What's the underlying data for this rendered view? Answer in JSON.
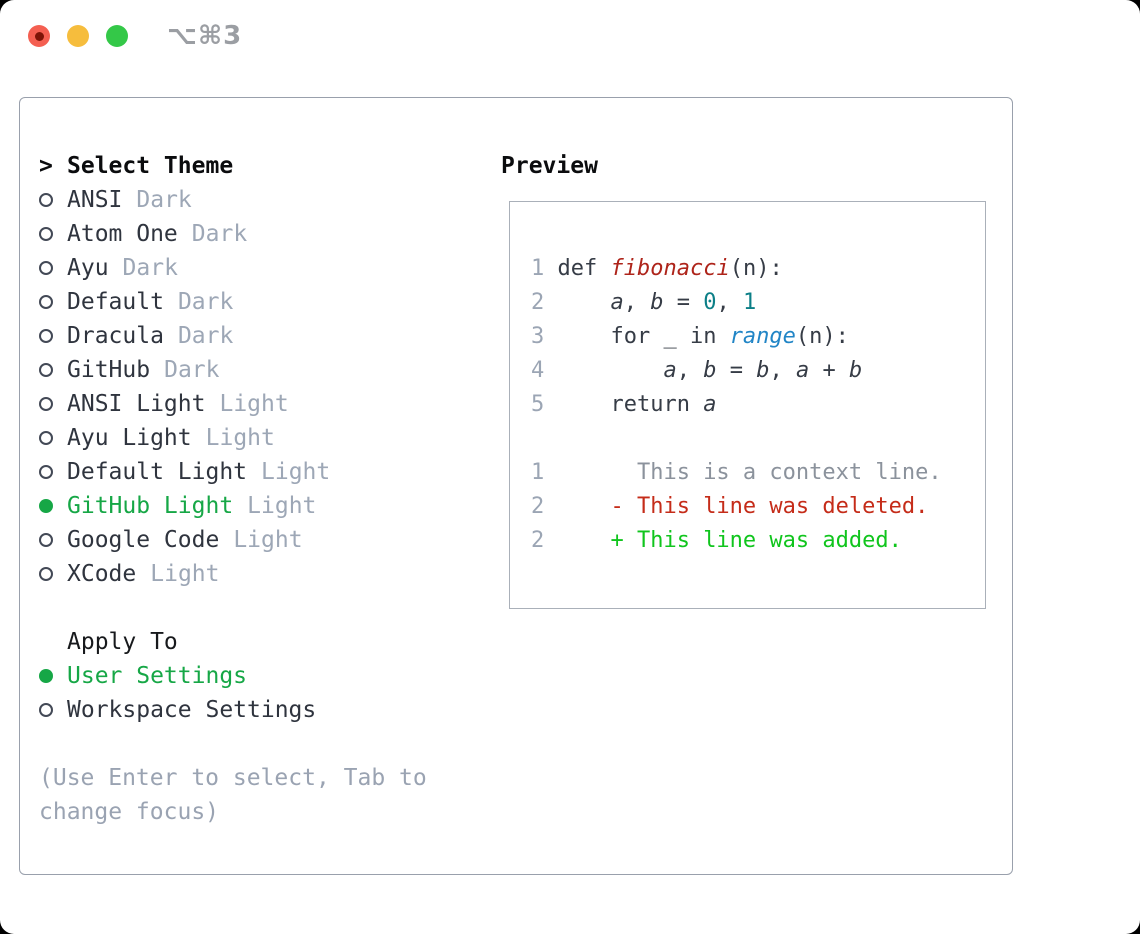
{
  "window": {
    "title": "⌥⌘3"
  },
  "colors": {
    "selection_green": "#16a746",
    "added_green": "#10c51d",
    "deleted_red": "#c52c19",
    "function_red": "#ae241a",
    "number_teal": "#0c7f87",
    "builtin_blue": "#2185c6",
    "muted_gray": "#9aa3b2",
    "code_default": "#363c46",
    "traffic_red": "#f45f51",
    "traffic_yellow": "#f6bd3d",
    "traffic_green": "#34c848"
  },
  "theme_picker": {
    "header": {
      "prompt": ">",
      "label": "Select Theme"
    },
    "themes": [
      {
        "name": "ANSI",
        "tag": "Dark",
        "selected": false
      },
      {
        "name": "Atom One",
        "tag": "Dark",
        "selected": false
      },
      {
        "name": "Ayu",
        "tag": "Dark",
        "selected": false
      },
      {
        "name": "Default",
        "tag": "Dark",
        "selected": false
      },
      {
        "name": "Dracula",
        "tag": "Dark",
        "selected": false
      },
      {
        "name": "GitHub",
        "tag": "Dark",
        "selected": false
      },
      {
        "name": "ANSI Light",
        "tag": "Light",
        "selected": false
      },
      {
        "name": "Ayu Light",
        "tag": "Light",
        "selected": false
      },
      {
        "name": "Default Light",
        "tag": "Light",
        "selected": false
      },
      {
        "name": "GitHub Light",
        "tag": "Light",
        "selected": true
      },
      {
        "name": "Google Code",
        "tag": "Light",
        "selected": false
      },
      {
        "name": "XCode",
        "tag": "Light",
        "selected": false
      }
    ],
    "apply_to": {
      "label": "Apply To",
      "options": [
        {
          "name": "User Settings",
          "selected": true
        },
        {
          "name": "Workspace Settings",
          "selected": false
        }
      ]
    },
    "hint_lines": [
      "(Use Enter to select, Tab to",
      "change focus)"
    ]
  },
  "preview": {
    "label": "Preview",
    "lines": [
      {
        "gutter": "1",
        "segments": [
          {
            "text": " def ",
            "style": "code"
          },
          {
            "text": "fibonacci",
            "style": "fn"
          },
          {
            "text": "(n):",
            "style": "code"
          }
        ]
      },
      {
        "gutter": "2",
        "segments": [
          {
            "text": "     ",
            "style": "code"
          },
          {
            "text": "a",
            "style": "var"
          },
          {
            "text": ", ",
            "style": "code"
          },
          {
            "text": "b",
            "style": "var"
          },
          {
            "text": " = ",
            "style": "code"
          },
          {
            "text": "0",
            "style": "num"
          },
          {
            "text": ", ",
            "style": "code"
          },
          {
            "text": "1",
            "style": "num"
          }
        ]
      },
      {
        "gutter": "3",
        "segments": [
          {
            "text": "     for _ in ",
            "style": "code"
          },
          {
            "text": "range",
            "style": "builtin"
          },
          {
            "text": "(n):",
            "style": "code"
          }
        ]
      },
      {
        "gutter": "4",
        "segments": [
          {
            "text": "         ",
            "style": "code"
          },
          {
            "text": "a",
            "style": "var"
          },
          {
            "text": ", ",
            "style": "code"
          },
          {
            "text": "b",
            "style": "var"
          },
          {
            "text": " = ",
            "style": "code"
          },
          {
            "text": "b",
            "style": "var"
          },
          {
            "text": ", ",
            "style": "code"
          },
          {
            "text": "a",
            "style": "var"
          },
          {
            "text": " + ",
            "style": "code"
          },
          {
            "text": "b",
            "style": "var"
          }
        ]
      },
      {
        "gutter": "5",
        "segments": [
          {
            "text": "     return ",
            "style": "code"
          },
          {
            "text": "a",
            "style": "var"
          }
        ]
      },
      {
        "gutter": "",
        "segments": []
      },
      {
        "gutter": "1",
        "segments": [
          {
            "text": "       This is a context line.",
            "style": "ctx"
          }
        ]
      },
      {
        "gutter": "2",
        "segments": [
          {
            "text": "     - This line was deleted.",
            "style": "del"
          }
        ]
      },
      {
        "gutter": "2",
        "segments": [
          {
            "text": "     + This line was added.",
            "style": "add"
          }
        ]
      }
    ]
  }
}
